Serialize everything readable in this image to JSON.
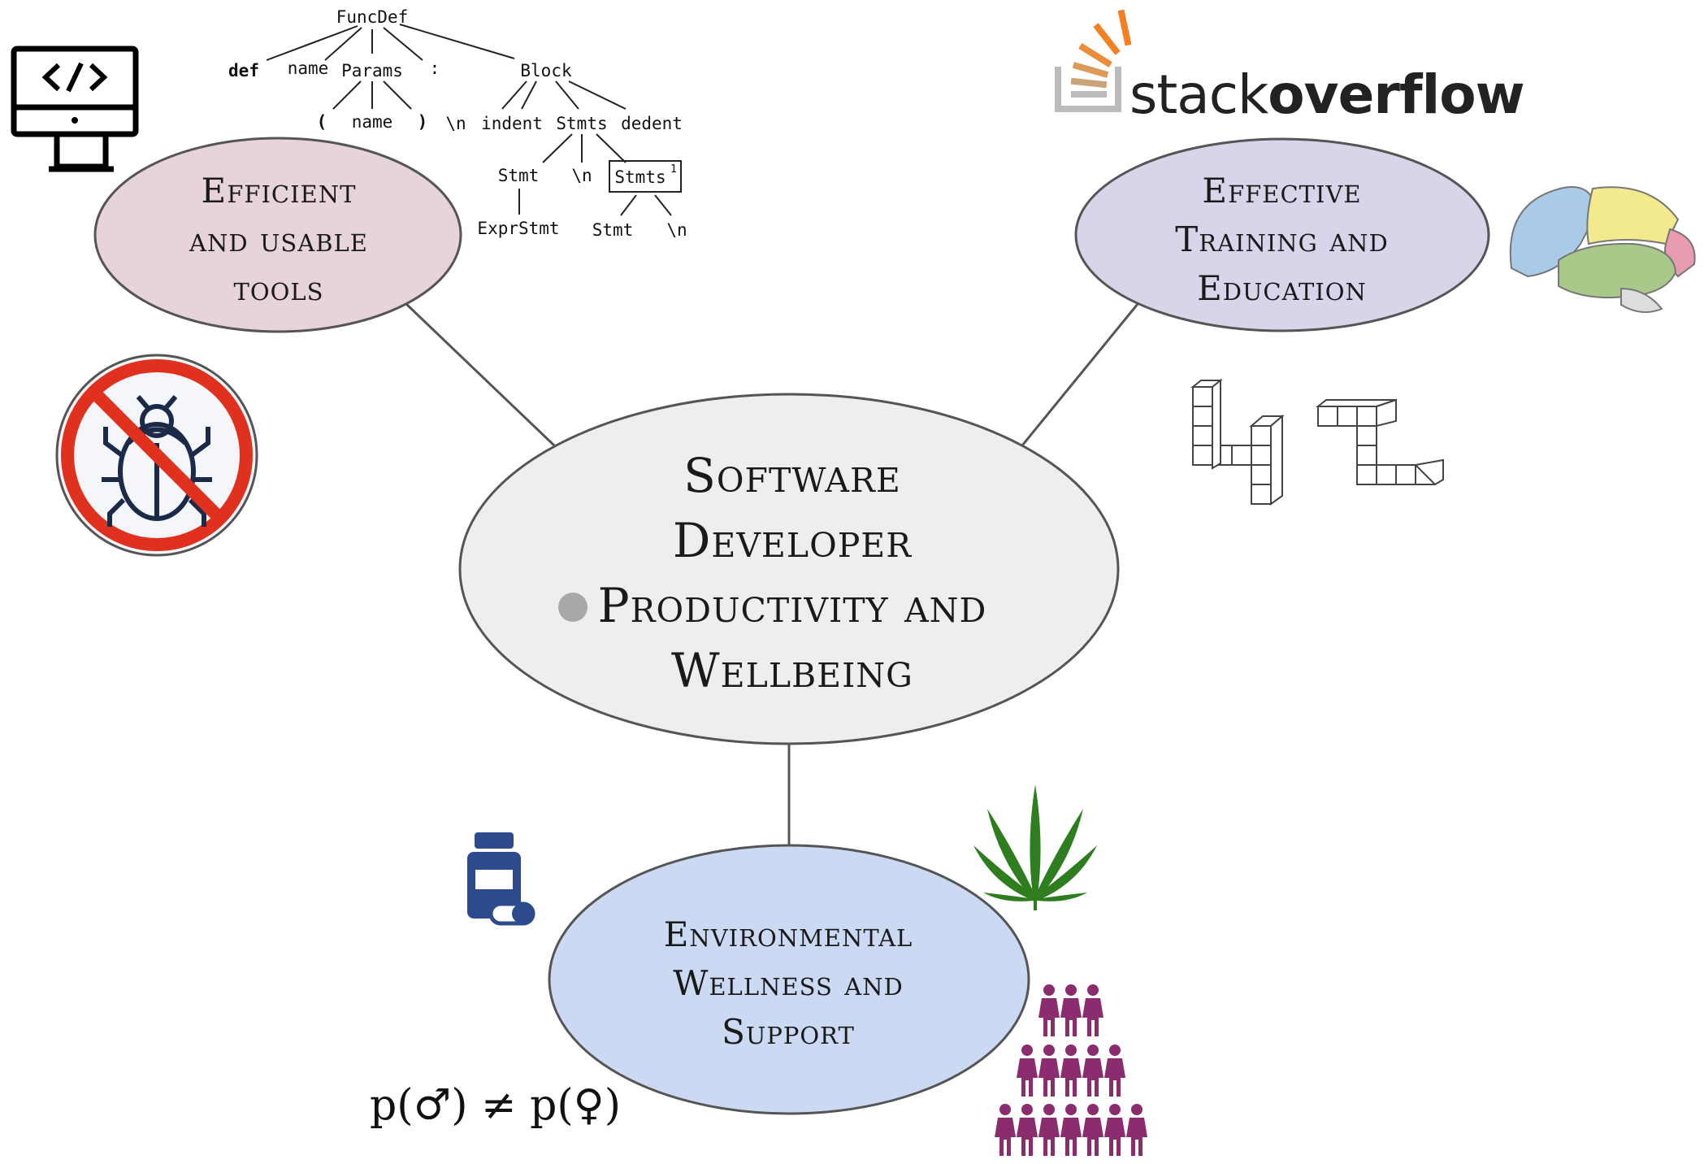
{
  "center": {
    "lines": [
      "Software",
      "Developer",
      "Productivity and",
      "Wellbeing"
    ]
  },
  "nodes": {
    "tools": {
      "lines": [
        "Efficient",
        "and usable",
        "tools"
      ]
    },
    "training": {
      "lines": [
        "Effective",
        "Training and",
        "Education"
      ]
    },
    "environment": {
      "lines": [
        "Environmental",
        "Wellness and",
        "Support"
      ]
    }
  },
  "parse_tree": {
    "root": "FuncDef",
    "level1": [
      "def",
      "name",
      "Params",
      ":",
      "Block"
    ],
    "params_children": [
      "(",
      "name",
      ")"
    ],
    "block_children": [
      "\\n",
      "indent",
      "Stmts",
      "dedent"
    ],
    "stmts_children": [
      "Stmt",
      "\\n",
      "Stmts"
    ],
    "stmts_superscript": "1",
    "stmt_child": "ExprStmt",
    "stmts1_children": [
      "Stmt",
      "\\n"
    ]
  },
  "logo": {
    "regular": "stack",
    "bold": "overflow"
  },
  "formula": "p(♂) ≠ p(♀)",
  "icons": [
    "code-monitor-icon",
    "no-bugs-icon",
    "stackoverflow-logo-icon",
    "brain-icon",
    "mental-rotation-blocks-icon",
    "medicine-bottle-icon",
    "cannabis-leaf-icon",
    "people-pyramid-icon"
  ],
  "colors": {
    "center_fill": "#eeeeee",
    "tools_fill": "#e6d3dc",
    "training_fill": "#d8d5ea",
    "environment_fill": "#ccd9f3",
    "outline": "#555555",
    "connector": "#555555",
    "bug_ban_red": "#e0301e",
    "bug_navy": "#1c2a4a",
    "pill_blue": "#2c4a8c",
    "leaf_green": "#2e7d1f",
    "people_purple": "#8a2c6e",
    "so_orange": "#f48024",
    "so_gray": "#bcbbbb"
  }
}
